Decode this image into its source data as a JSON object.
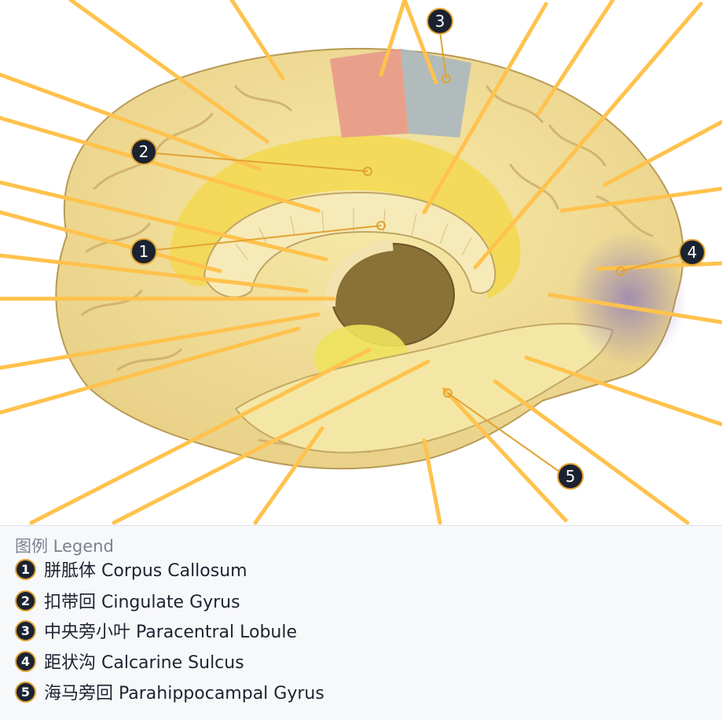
{
  "legend": {
    "title": "图例 Legend",
    "items": [
      {
        "number": "1",
        "label": "胼胝体 Corpus Callosum"
      },
      {
        "number": "2",
        "label": "扣带回 Cingulate Gyrus"
      },
      {
        "number": "3",
        "label": "中央旁小叶 Paracentral Lobule"
      },
      {
        "number": "4",
        "label": "距状沟 Calcarine Sulcus"
      },
      {
        "number": "5",
        "label": "海马旁回 Parahippocampal Gyrus"
      }
    ]
  },
  "markers": [
    "1",
    "2",
    "3",
    "4",
    "5"
  ],
  "colors": {
    "leader_line": "#ffc24d",
    "callout_line": "#e1a334",
    "badge_fill": "#1b2230",
    "brain_base": "#f0dc9c",
    "highlight_red": "#e8998a",
    "highlight_gray": "#aab7bf",
    "highlight_purple": "#a895c2"
  }
}
